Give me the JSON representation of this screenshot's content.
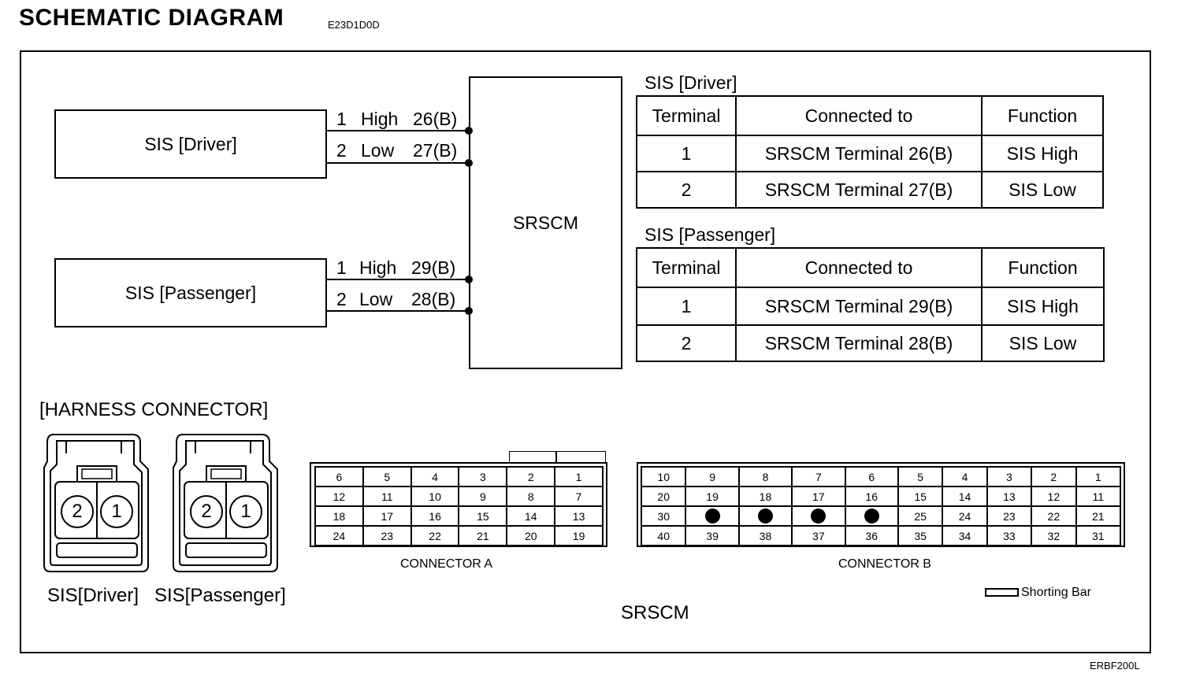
{
  "header": {
    "title": "SCHEMATIC DIAGRAM",
    "code": "E23D1D0D"
  },
  "schematic": {
    "driver_box": "SIS [Driver]",
    "passenger_box": "SIS [Passenger]",
    "srscm_box": "SRSCM",
    "driver_wires": [
      {
        "pin": "1",
        "name": "High",
        "terminal": "26(B)"
      },
      {
        "pin": "2",
        "name": "Low",
        "terminal": "27(B)"
      }
    ],
    "passenger_wires": [
      {
        "pin": "1",
        "name": "High",
        "terminal": "29(B)"
      },
      {
        "pin": "2",
        "name": "Low",
        "terminal": "28(B)"
      }
    ]
  },
  "tables": {
    "driver": {
      "title": "SIS [Driver]",
      "headers": [
        "Terminal",
        "Connected to",
        "Function"
      ],
      "rows": [
        [
          "1",
          "SRSCM Terminal 26(B)",
          "SIS High"
        ],
        [
          "2",
          "SRSCM Terminal 27(B)",
          "SIS Low"
        ]
      ]
    },
    "passenger": {
      "title": "SIS [Passenger]",
      "headers": [
        "Terminal",
        "Connected to",
        "Function"
      ],
      "rows": [
        [
          "1",
          "SRSCM Terminal 29(B)",
          "SIS High"
        ],
        [
          "2",
          "SRSCM Terminal 28(B)",
          "SIS Low"
        ]
      ]
    }
  },
  "harness": {
    "title": "[HARNESS CONNECTOR]",
    "driver_label": "SIS[Driver]",
    "passenger_label": "SIS[Passenger]",
    "driver_pins": [
      "2",
      "1"
    ],
    "passenger_pins": [
      "2",
      "1"
    ]
  },
  "connector_a": {
    "label": "CONNECTOR A",
    "rows": [
      [
        "6",
        "5",
        "4",
        "3",
        "2",
        "1"
      ],
      [
        "12",
        "11",
        "10",
        "9",
        "8",
        "7"
      ],
      [
        "18",
        "17",
        "16",
        "15",
        "14",
        "13"
      ],
      [
        "24",
        "23",
        "22",
        "21",
        "20",
        "19"
      ]
    ]
  },
  "connector_b": {
    "label": "CONNECTOR B",
    "rows": [
      [
        "10",
        "9",
        "8",
        "7",
        "6",
        "5",
        "4",
        "3",
        "2",
        "1"
      ],
      [
        "20",
        "19",
        "18",
        "17",
        "16",
        "15",
        "14",
        "13",
        "12",
        "11"
      ],
      [
        "30",
        "*",
        "*",
        "*",
        "*",
        "25",
        "24",
        "23",
        "22",
        "21"
      ],
      [
        "40",
        "39",
        "38",
        "37",
        "36",
        "35",
        "34",
        "33",
        "32",
        "31"
      ]
    ]
  },
  "legend": {
    "shorting_bar": "Shorting Bar"
  },
  "srscm_caption": "SRSCM",
  "figure_code": "ERBF200L"
}
